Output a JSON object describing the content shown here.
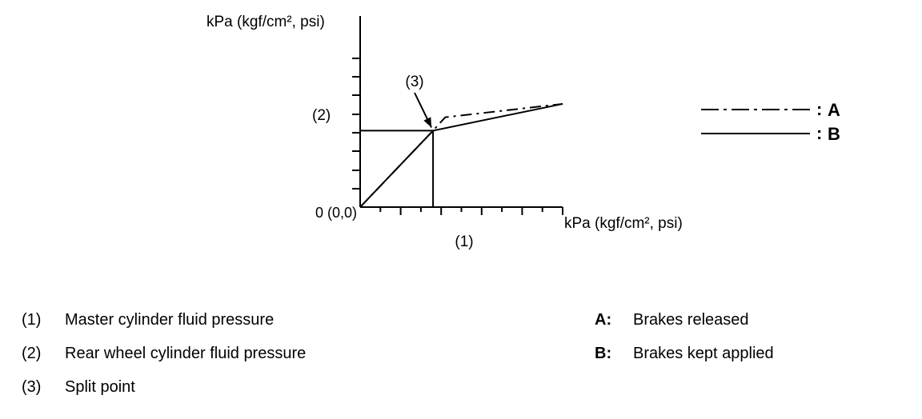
{
  "chart_data": {
    "type": "line",
    "title": "",
    "xlabel": "kPa (kgf/cm², psi)",
    "ylabel": "kPa (kgf/cm², psi)",
    "origin_label": "0 (0,0)",
    "x_axis_ref": "(1)",
    "y_axis_ref": "(2)",
    "xlim": [
      0,
      10
    ],
    "ylim": [
      0,
      10
    ],
    "split_point": {
      "label": "(3)",
      "x": 3.6,
      "y": 4.0
    },
    "series": [
      {
        "name": "A",
        "style": "dashed",
        "x": [
          0,
          3.6,
          4.2,
          10
        ],
        "y": [
          0,
          4.0,
          4.7,
          5.4
        ]
      },
      {
        "name": "B",
        "style": "solid",
        "x": [
          0,
          3.6,
          10
        ],
        "y": [
          0,
          4.0,
          5.4
        ]
      }
    ]
  },
  "chart_legend": [
    {
      "key": "A",
      "style": "dashed"
    },
    {
      "key": "B",
      "style": "solid"
    }
  ],
  "captions": {
    "left": [
      {
        "num": "(1)",
        "text": "Master cylinder fluid pressure"
      },
      {
        "num": "(2)",
        "text": "Rear wheel cylinder fluid pressure"
      },
      {
        "num": "(3)",
        "text": "Split point"
      }
    ],
    "right": [
      {
        "key": "A:",
        "text": "Brakes released"
      },
      {
        "key": "B:",
        "text": "Brakes kept applied"
      }
    ]
  }
}
